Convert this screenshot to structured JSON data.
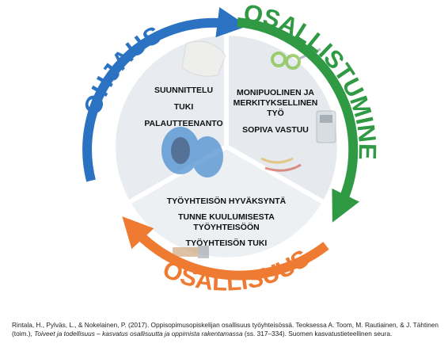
{
  "colors": {
    "ohjaus": "#2b73c2",
    "osallistuminen": "#2f9a43",
    "osallisuus": "#ef7a32",
    "segment_fill": "#e7ebef"
  },
  "arcs": {
    "ohjaus": "OHJAUS",
    "osallistuminen": "OSALLISTUMINEN",
    "osallisuus": "OSALLISUUS"
  },
  "segments": {
    "left": [
      "SUUNNITTELU",
      "TUKI",
      "PALAUTTEENANTO"
    ],
    "right": [
      "MONIPUOLINEN JA",
      "MERKITYKSELLINEN",
      "TYÖ",
      "SOPIVA VASTUU"
    ],
    "bottom": [
      "TYÖYHTEISÖN HYVÄKSYNTÄ",
      "TUNNE KUULUMISESTA",
      "TYÖYHTEISÖÖN",
      "TYÖYHTEISÖN TUKI"
    ]
  },
  "citation": {
    "part1": "Rintala, H., Pylväs, L., & Nokelainen, P. (2017). Oppisopimusopiskelijan osallisuus työyhteisössä. Teoksessa A. Toom, M. Rautiainen, & J. Tähtinen (toim.), ",
    "title": "Toiveet ja todellisuus – kasvatus osallisuutta ja oppimista rakentamassa",
    "part2": " (ss. 317–334). Suomen kasvatustieteellinen seura."
  }
}
